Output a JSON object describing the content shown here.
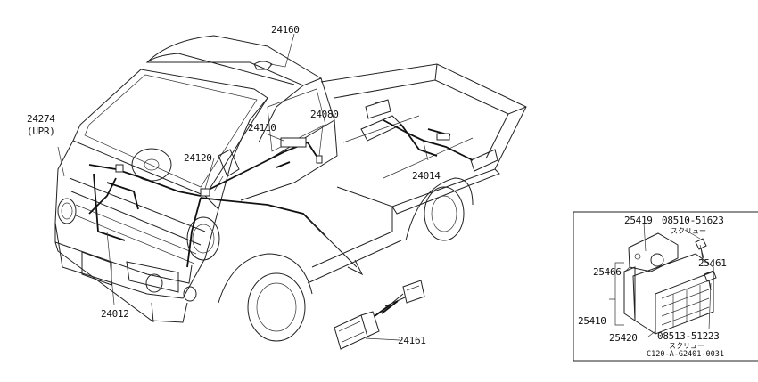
{
  "labels": {
    "p24160": "24160",
    "p24274": "24274",
    "p24274_sub": "(UPR)",
    "p24080": "24080",
    "p24110": "24110",
    "p24120": "24120",
    "p24014": "24014",
    "p24012": "24012",
    "p24161": "24161",
    "p25419": "25419",
    "p08510": "08510-51623",
    "screw_jp_1": "スクリュー",
    "p25461": "25461",
    "p25466": "25466",
    "p25410": "25410",
    "p25420": "25420",
    "p08513": "08513-51223",
    "screw_jp_2": "スクリュー",
    "drawing_code": "C120-A-G2401-0031"
  }
}
